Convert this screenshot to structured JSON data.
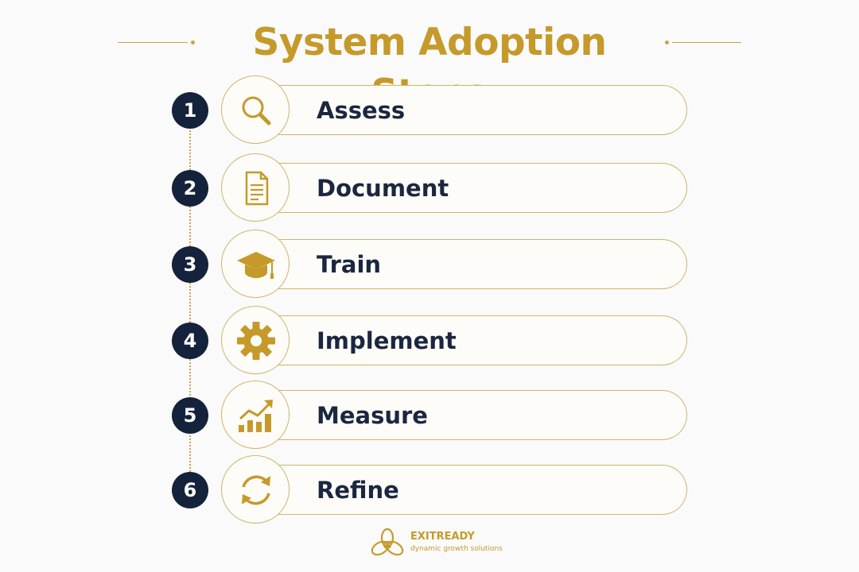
{
  "title": "System Adoption Steps",
  "accent_color": "#c59a2a",
  "number_badge_color": "#14233b",
  "steps": [
    {
      "number": "1",
      "label": "Assess",
      "icon": "magnifying-glass-icon"
    },
    {
      "number": "2",
      "label": "Document",
      "icon": "document-icon"
    },
    {
      "number": "3",
      "label": "Train",
      "icon": "graduation-cap-icon"
    },
    {
      "number": "4",
      "label": "Implement",
      "icon": "gear-icon"
    },
    {
      "number": "5",
      "label": "Measure",
      "icon": "bar-chart-growth-icon"
    },
    {
      "number": "6",
      "label": "Refine",
      "icon": "refresh-cycle-icon"
    }
  ],
  "footer": {
    "brand": "EXITREADY",
    "tagline": "dynamic growth solutions",
    "logo_icon": "knot-logo-icon"
  }
}
